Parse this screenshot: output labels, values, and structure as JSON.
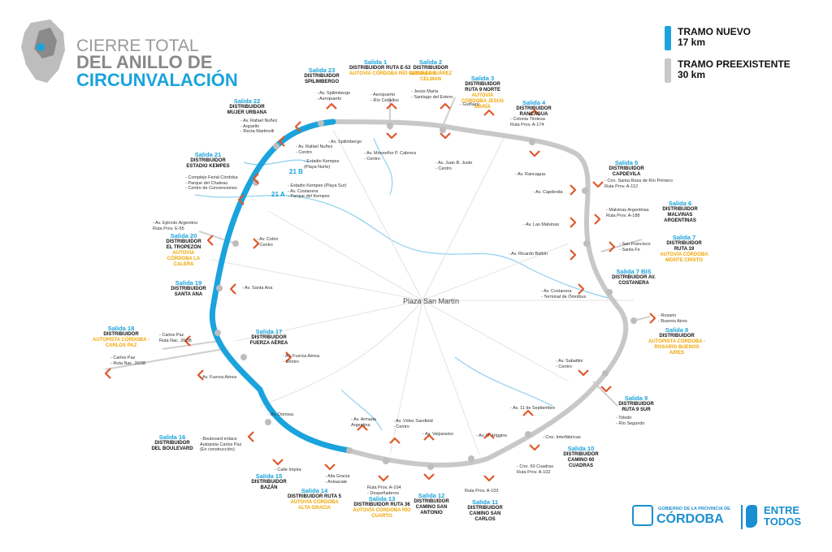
{
  "title": {
    "line1": "CIERRE TOTAL",
    "line2": "DEL ANILLO DE",
    "line3": "CIRCUNVALACIÓN"
  },
  "legend": {
    "new_title": "TRAMO NUEVO",
    "new_len": "17 km",
    "new_color": "#1aa3dc",
    "old_title": "TRAMO PREEXISTENTE",
    "old_len": "30 km",
    "old_color": "#c8c8c8"
  },
  "colors": {
    "accent": "#1aa3dc",
    "highway": "#f0a500",
    "arrow": "#e0582a"
  },
  "center_label": "Plaza San Martín",
  "sub_exits": {
    "a": "21 B",
    "b": "21 A"
  },
  "exits": [
    {
      "id": "s1",
      "num": "Salida 1",
      "dist": "DISTRIBUIDOR RUTA E-53",
      "hw": "AUTOVÍA CÓRDOBA RÍO CEBALLOS"
    },
    {
      "id": "s2",
      "num": "Salida 2",
      "dist": "DISTRIBUIDOR",
      "hw": "AUTOVÍA JUÁREZ CELMAN"
    },
    {
      "id": "s3",
      "num": "Salida 3",
      "dist": "DISTRIBUIDOR RUTA 9 NORTE",
      "hw": "AUTOVÍA CÓRDOBA JESÚS MARÍA"
    },
    {
      "id": "s4",
      "num": "Salida 4",
      "dist": "DISTRIBUIDOR RANCAGUA",
      "hw": ""
    },
    {
      "id": "s5",
      "num": "Salida 5",
      "dist": "DISTRIBUIDOR CAPDEVILA",
      "hw": ""
    },
    {
      "id": "s6",
      "num": "Salida 6",
      "dist": "DISTRIBUIDOR MALVINAS ARGENTINAS",
      "hw": ""
    },
    {
      "id": "s7",
      "num": "Salida 7",
      "dist": "DISTRIBUIDOR RUTA 19",
      "hw": "AUTOVÍA CÓRDOBA MONTE CRISTO"
    },
    {
      "id": "s7b",
      "num": "Salida 7 BIS",
      "dist": "DISTRIBUIDOR AV. COSTANERA",
      "hw": ""
    },
    {
      "id": "s8",
      "num": "Salida 8",
      "dist": "DISTRIBUIDOR",
      "hw": "AUTOPISTA CÓRDOBA - ROSARIO BUENOS AIRES"
    },
    {
      "id": "s9",
      "num": "Salida 9",
      "dist": "DISTRIBUIDOR RUTA 9 SUR",
      "hw": ""
    },
    {
      "id": "s10",
      "num": "Salida 10",
      "dist": "DISTRIBUIDOR CAMINO 60 CUADRAS",
      "hw": ""
    },
    {
      "id": "s11",
      "num": "Salida 11",
      "dist": "DISTRIBUIDOR CAMINO SAN CARLOS",
      "hw": ""
    },
    {
      "id": "s12",
      "num": "Salida 12",
      "dist": "DISTRIBUIDOR CAMINO SAN ANTONIO",
      "hw": ""
    },
    {
      "id": "s13",
      "num": "Salida 13",
      "dist": "DISTRIBUIDOR RUTA 36",
      "hw": "AUTOVÍA CÓRDOBA RÍO CUARTO"
    },
    {
      "id": "s14",
      "num": "Salida 14",
      "dist": "DISTRIBUIDOR RUTA 5",
      "hw": "AUTOVÍA CÓRDOBA ALTA GRACIA"
    },
    {
      "id": "s15",
      "num": "Salida 15",
      "dist": "DISTRIBUIDOR BAZÁN",
      "hw": ""
    },
    {
      "id": "s16",
      "num": "Salida 16",
      "dist": "DISTRIBUIDOR DEL BOULEVARD",
      "hw": ""
    },
    {
      "id": "s17",
      "num": "Salida 17",
      "dist": "DISTRIBUIDOR FUERZA AÉREA",
      "hw": ""
    },
    {
      "id": "s18",
      "num": "Salida 18",
      "dist": "DISTRIBUIDOR",
      "hw": "AUTOPISTA CÓRDOBA - CARLOS PAZ"
    },
    {
      "id": "s19",
      "num": "Salida 19",
      "dist": "DISTRIBUIDOR SANTA ANA",
      "hw": ""
    },
    {
      "id": "s20",
      "num": "Salida 20",
      "dist": "DISTRIBUIDOR EL TROPEZÓN",
      "hw": "AUTOVÍA CÓRDOBA LA CALERA"
    },
    {
      "id": "s21",
      "num": "Salida 21",
      "dist": "DISTRIBUIDOR ESTADIO KEMPES",
      "hw": ""
    },
    {
      "id": "s22",
      "num": "Salida 22",
      "dist": "DISTRIBUIDOR MUJER URBANA",
      "hw": ""
    },
    {
      "id": "s23",
      "num": "Salida 23",
      "dist": "DISTRIBUIDOR SPILIMBERGO",
      "hw": ""
    }
  ],
  "labels": [
    "- Av. Spilimbergo\n- Aeropuerto",
    "- Aeropuerto\n- Río Ceballos",
    "- Jesús María\n- Santiago del Estero",
    "- Guiñazú",
    "- Colonia Tirolesa\nRuta Prov. A-174",
    "- Av. Spilimbergo",
    "- Av. Monseñor P. Cabrera\n- Centro",
    "- Av. Juan B. Justo\n- Centro",
    "- Av. Rancagua",
    "- Cno. Santa Rosa de Río Primero\nRuta Prov. A-112",
    "- Av. Capdevila",
    "- Malvinas Argentinas\nRuta Prov. A-188",
    "- Av. Las Malvinas",
    "- San Francisco\n- Santa Fe",
    "- Av. Ricardo Balbín",
    "- Av. Costanera\n- Terminal de Ómnibus",
    "- Rosario\n- Buenos Aires",
    "- Av. Sabattini\n- Centro",
    "- Toledo\n- Río Segundo",
    "- Av. 11 de Septiembre",
    "- Cno. Interfábricas",
    "- Cno. 60 Cuadras\nRuta Prov. A-102",
    "- Av. O´ Higgins",
    "Ruta Prov. A-103",
    "- Av. Valparaíso",
    "Ruta Prov. A-104\n- Despeñaderos",
    "- Av. Vélez Sarsfield\n- Centro",
    "- Av. Armada\nArgentina",
    "- Alta Gracia\n- Anisacate",
    "- Calle Impira",
    "- Boulevard enlace\nAutopista Carlos Paz\n(En construcción)",
    "- Av. Donosa",
    "- Av. Fuerza Aérea",
    "- Av. Fuerza Aérea\n- Centro",
    "- Carlos Paz\nRuta Nac. 20/38",
    "- Carlos Paz\n- Ruta Nac. 20/38",
    "- Av. Santa Ana",
    "- Av. Colón\n- Centro",
    "- Av. Ejército Argentino\nRuta Prov. E-55",
    "- Complejo Ferial Córdoba\n- Parque del Chateau\n- Centro de Convenciones",
    "- Estadio Kempes (Playa Sur)\n- Av. Costanera\n- Parque del Kempes",
    "- Estadio Kempes\n(Playa Norte)",
    "- Av. Rafael Nuñez\n- Centro",
    "- Av. Rafael Nuñez\n- Arguello\n- Recta Martinolli"
  ],
  "brand": {
    "gov_line1": "GOBIERNO DE LA PROVINCIA DE",
    "gov_line2": "CÓRDOBA",
    "slogan1": "ENTRE",
    "slogan2": "TODOS"
  }
}
